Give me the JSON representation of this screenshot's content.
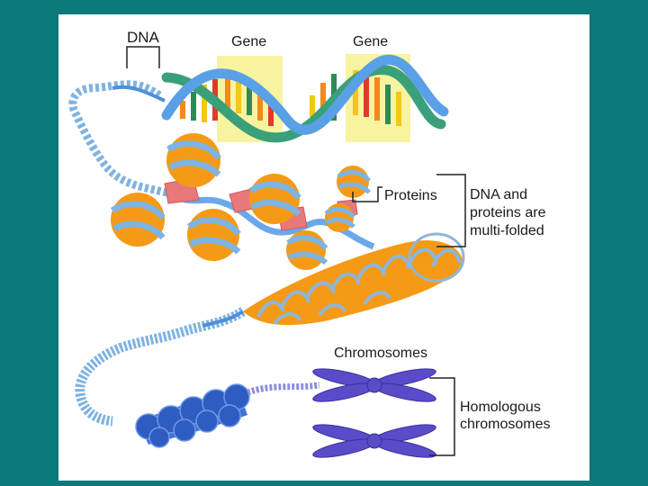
{
  "colors": {
    "background": "#0c7a7a",
    "panel": "#ffffff",
    "gene_highlight": "#f7f3a0",
    "dna_backbone_blue": "#5aa0e6",
    "dna_backbone_green": "#3aa07a",
    "nucleosome_orange": "#f59a16",
    "histone_coil_blue": "#7fb3e0",
    "protein_red": "#e8787a",
    "chromosome_purple": "#5a4cc8",
    "condensed_blue": "#3f72d8",
    "bracket": "#222222"
  },
  "labels": {
    "dna": "DNA",
    "gene_1": "Gene",
    "gene_2": "Gene",
    "proteins": "Proteins",
    "multifolded_line1": "DNA and",
    "multifolded_line2": "proteins are",
    "multifolded_line3": "multi-folded",
    "chromosomes": "Chromosomes",
    "homologous_line1": "Homologous",
    "homologous_line2": "chromosomes"
  }
}
